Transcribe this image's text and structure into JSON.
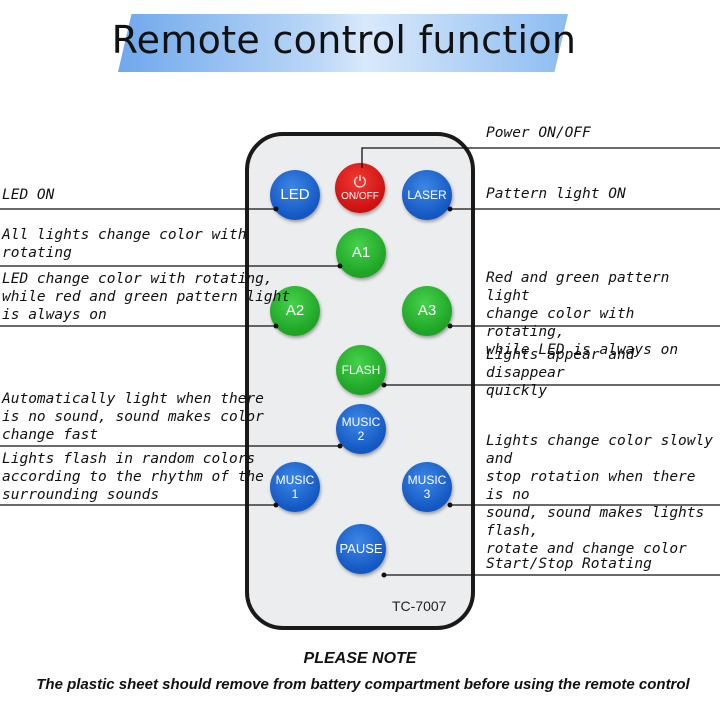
{
  "title": "Remote control function",
  "model": "TC-7007",
  "buttons": {
    "power": {
      "label": "ON/OFF",
      "color": "#e01b1b"
    },
    "led": {
      "label": "LED",
      "color": "#1a63d1"
    },
    "laser": {
      "label": "LASER",
      "color": "#1a63d1"
    },
    "a1": {
      "label": "A1",
      "color": "#26b02c"
    },
    "a2": {
      "label": "A2",
      "color": "#26b02c"
    },
    "a3": {
      "label": "A3",
      "color": "#26b02c"
    },
    "flash": {
      "label": "FLASH",
      "color": "#26b02c"
    },
    "music2": {
      "line1": "MUSIC",
      "line2": "2"
    },
    "music1": {
      "line1": "MUSIC",
      "line2": "1"
    },
    "music3": {
      "line1": "MUSIC",
      "line2": "3"
    },
    "pause": {
      "label": "PAUSE"
    }
  },
  "callouts": {
    "power": "Power ON/OFF",
    "led": "LED ON",
    "laser": "Pattern light ON",
    "a1": "All lights change color with\nrotating",
    "a2": "LED change color with rotating,\nwhile red and green pattern light\nis always on",
    "a3": "Red and green pattern light\nchange color with rotating,\nwhile LED is always on",
    "flash": "Lights appear and disappear\nquickly",
    "music2": "Automatically light when there\nis no sound, sound makes color\nchange fast",
    "music1": "Lights flash in random colors\naccording to the rhythm of the\nsurrounding sounds",
    "music3": "Lights change color slowly and\nstop rotation when there is no\nsound, sound makes lights flash,\nrotate and change color",
    "pause": "Start/Stop Rotating"
  },
  "note": {
    "heading": "PLEASE NOTE",
    "body": "The plastic sheet should remove from battery compartment before using the remote control"
  }
}
